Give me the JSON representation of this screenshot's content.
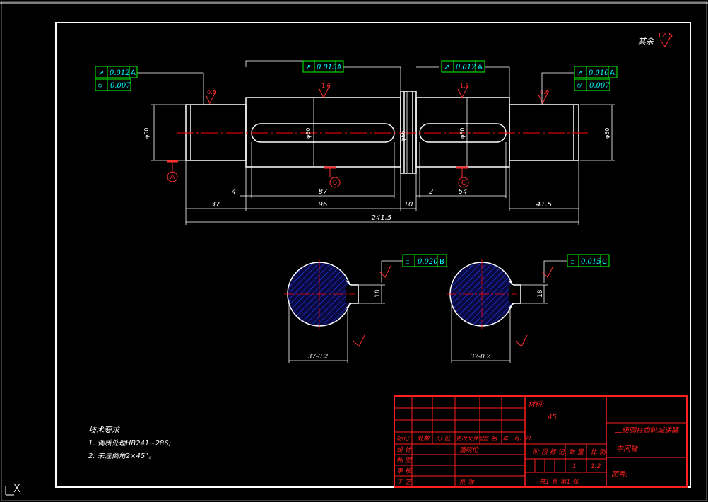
{
  "roughness_note": {
    "prefix": "其余",
    "value": "12.5"
  },
  "roughness_marks": [
    "0.8",
    "1.6",
    "1.6",
    "0.8"
  ],
  "tolerance_frames": [
    {
      "row1": {
        "symbol": "↗",
        "value": "0.012",
        "datum": "A"
      },
      "row2": {
        "symbol": "⌭",
        "value": "0.007"
      }
    },
    {
      "row1": {
        "symbol": "↗",
        "value": "0.015",
        "datum": "A"
      }
    },
    {
      "row1": {
        "symbol": "↗",
        "value": "0.012",
        "datum": "A"
      }
    },
    {
      "row1": {
        "symbol": "↗",
        "value": "0.010",
        "datum": "A"
      },
      "row2": {
        "symbol": "⌭",
        "value": "0.007"
      }
    },
    {
      "row1": {
        "symbol": "⌯",
        "value": "0.020",
        "datum": "B"
      }
    },
    {
      "row1": {
        "symbol": "⌯",
        "value": "0.015",
        "datum": "C"
      }
    }
  ],
  "datums": [
    "A",
    "B",
    "C"
  ],
  "diameter_labels": [
    "φ50",
    "φ60",
    "φ66",
    "φ60",
    "φ50"
  ],
  "dimensions": {
    "d4": "4",
    "d87": "87",
    "d2": "2",
    "d54": "54",
    "d37": "37",
    "d96": "96",
    "d10": "10",
    "d415": "41.5",
    "total": "241.5",
    "key_width": "18",
    "sec1_depth": "37-0.2",
    "sec2_depth": "37-0.2"
  },
  "tech_requirements": {
    "title": "技术要求",
    "items": [
      "1. 调质处理HB241~286;",
      "2. 未注倒角2×45°。"
    ]
  },
  "title_block": {
    "material_label": "材料:",
    "material": "45",
    "drawing_name": "二级圆柱齿轮减速器",
    "part_name": "中间轴",
    "drawing_no_label": "图号:",
    "row_headers": [
      "标记",
      "处数",
      "分 区",
      "更改文件号",
      "签 名",
      "年、月、日"
    ],
    "designer_label": "设 计",
    "designer": "潘晓伦",
    "check_label": "制 图",
    "audit_label": "审 核",
    "process_label": "工 艺",
    "approve_label": "批 准",
    "stage_headers": [
      "阶 段 标 记",
      "数 量",
      "比 例"
    ],
    "quantity": "1",
    "scale": "1:2",
    "sheet_info": "共1 张    第1 张"
  },
  "colors": {
    "background": "#000000",
    "outline": "#ffffff",
    "dimension": "#ffffff",
    "centerline": "#ff0000",
    "tolerance": "#00ff00",
    "tolerance_text": "#00ffff",
    "title_block": "#ff0000",
    "hatch": "#0000a0"
  }
}
